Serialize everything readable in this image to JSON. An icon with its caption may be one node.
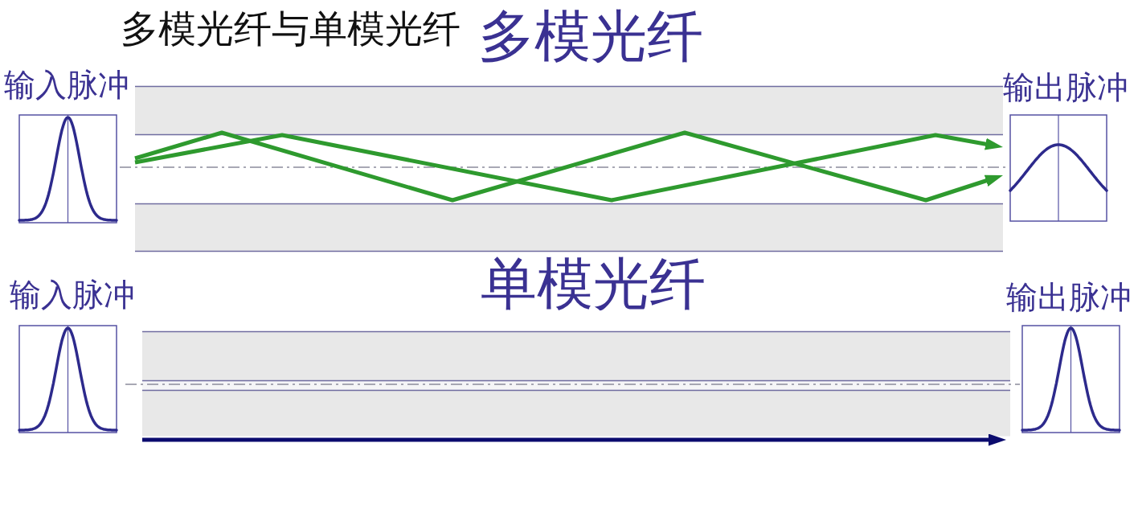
{
  "diagram": {
    "title": "多模光纤与单模光纤",
    "nodes": [
      {
        "text": [
          "多模光纤"
        ]
      },
      {
        "text": [
          "输入脉冲"
        ]
      },
      {
        "text": [
          "输出脉冲"
        ]
      },
      {
        "text": [
          "单模光纤"
        ]
      },
      {
        "text": [
          "输入脉冲"
        ]
      },
      {
        "text": [
          "输出脉冲"
        ]
      }
    ],
    "edges": [
      {
        "from": 0,
        "to": 2,
        "arrow": "to",
        "color": "#2e9a2e"
      },
      {
        "from": 0,
        "to": 2,
        "arrow": "to",
        "color": "#2e9a2e"
      },
      {
        "from": 3,
        "to": 5,
        "arrow": "to",
        "color": "#0b0b6e"
      }
    ]
  }
}
